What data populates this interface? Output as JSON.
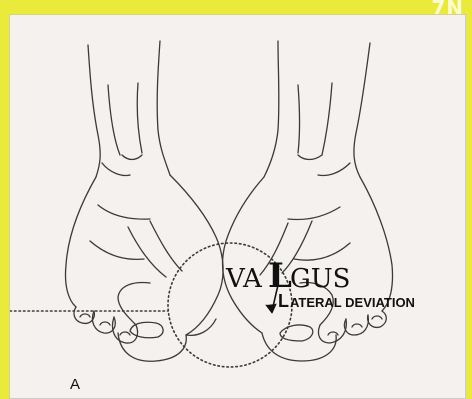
{
  "figure": {
    "panel_letter": "A",
    "main_word_left": "VA",
    "main_word_middle": "L",
    "main_word_right": "GUS",
    "sub_label_initial": "L",
    "sub_label_rest": "ATERAL DEVIATION",
    "corner_mark": "7N"
  },
  "colors": {
    "border": "#e9ea3a",
    "paper": "#f4f1ee",
    "ink": "#3a3a3a",
    "label_ink": "#111111"
  }
}
